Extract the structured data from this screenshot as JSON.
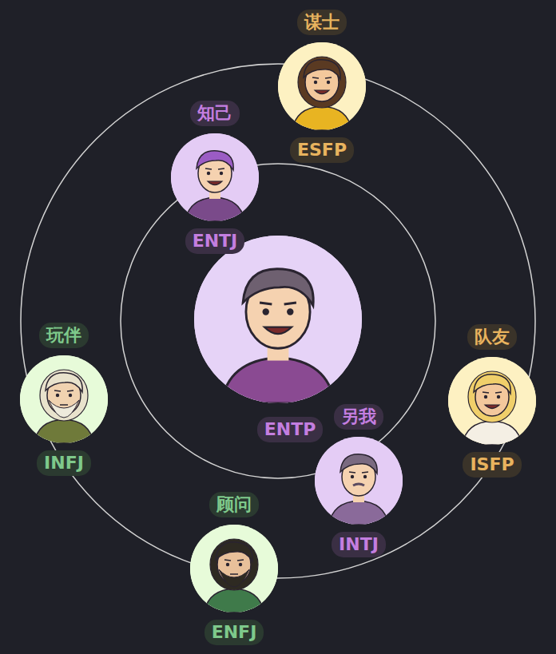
{
  "diagram": {
    "nodes": [
      {
        "text": [
          "谋士",
          "ESFP"
        ]
      },
      {
        "text": [
          "知己",
          "ENTJ"
        ]
      },
      {
        "text": [
          "ENTP"
        ]
      },
      {
        "text": [
          "玩伴",
          "INFJ"
        ]
      },
      {
        "text": [
          "队友",
          "ISFP"
        ]
      },
      {
        "text": [
          "另我",
          "INTJ"
        ]
      },
      {
        "text": [
          "顾问",
          "ENFJ"
        ]
      }
    ]
  }
}
